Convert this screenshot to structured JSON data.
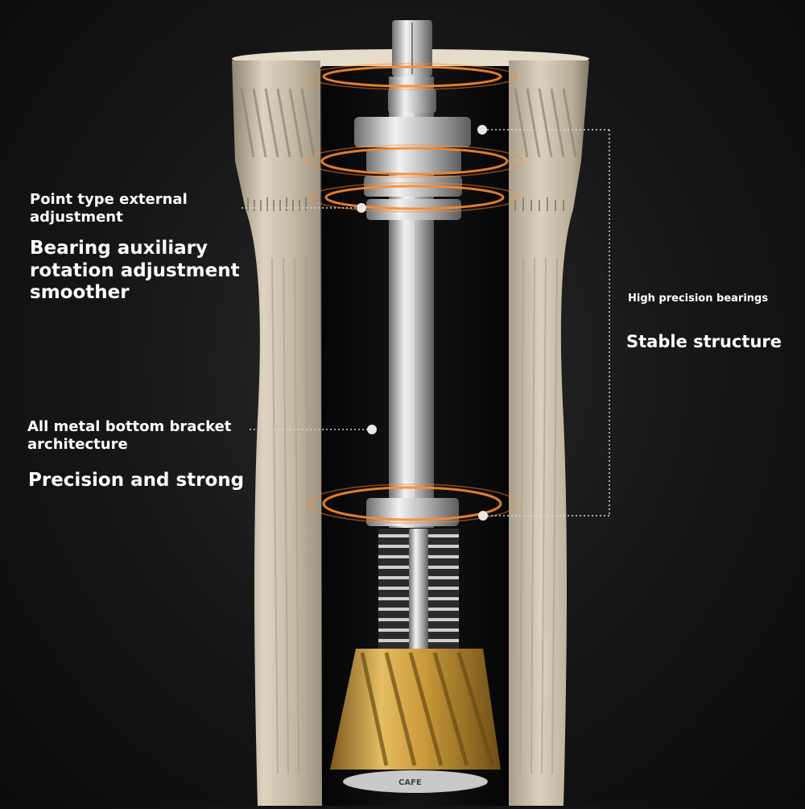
{
  "labels": {
    "point_type": "Point type external adjustment",
    "bearing_aux": "Bearing auxiliary rotation adjustment smoother",
    "all_metal": "All metal bottom bracket architecture",
    "precision": "Precision and strong",
    "high_precision": "High precision bearings",
    "stable": "Stable structure"
  },
  "burr_marking": "CAFE",
  "colors": {
    "background": "#141414",
    "body_metal": "#cfc3ae",
    "glow": "#ff8a2a",
    "shaft": "#c9c9c9",
    "burr": "#c99a3a",
    "text": "#ffffff"
  },
  "icons": [
    "hex-nut-icon",
    "bearing-ring-icon",
    "spring-icon",
    "burr-icon"
  ]
}
